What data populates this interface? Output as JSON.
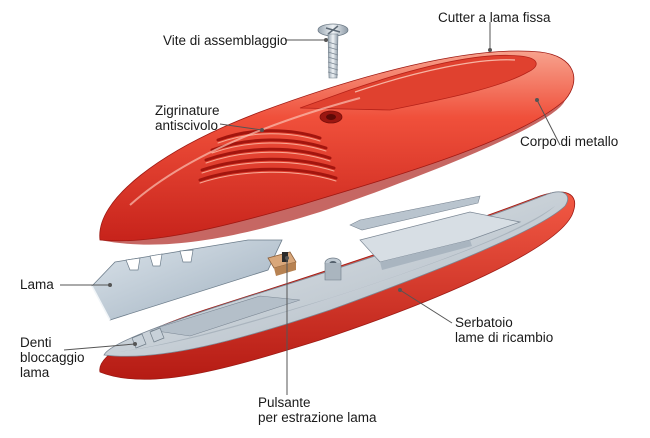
{
  "labels": {
    "screw": "Vite di assemblaggio",
    "cutter": "Cutter a lama fissa",
    "grip": "Zigrinature\nantiscivolo",
    "body": "Corpo di metallo",
    "blade": "Lama",
    "teeth": "Denti\nbloccaggio\nlama",
    "reservoir": "Serbatoio\nlame di ricambio",
    "button": "Pulsante\nper estrazione lama"
  },
  "colors": {
    "shell": "#e8352a",
    "shell_dark": "#b81e18",
    "tray": "#c9d1d8",
    "blade": "#b5c3cf",
    "button": "#d9a77a",
    "leader": "#555555"
  }
}
